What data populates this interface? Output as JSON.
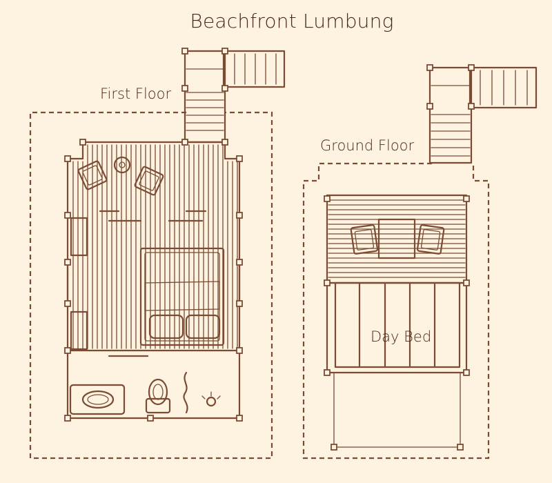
{
  "title": "Beachfront Lumbung",
  "labels": {
    "first_floor": "First Floor",
    "ground_floor": "Ground Floor",
    "day_bed": "Day Bed"
  },
  "colors": {
    "background": "#fdf3e0",
    "ink": "#7a4a33",
    "text": "#4a2616"
  }
}
